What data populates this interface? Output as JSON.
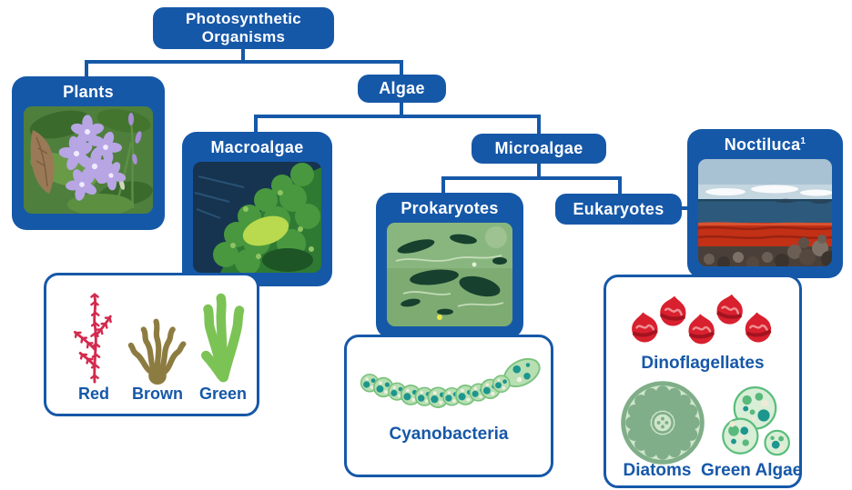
{
  "palette": {
    "primary_blue": "#1658a8",
    "label_blue": "#1658a8",
    "red_seaweed": "#d22a4e",
    "brown_seaweed": "#8d7c42",
    "green_seaweed": "#7cc355",
    "dinoflagellate_red": "#d8202e",
    "cell_teal": "#1d968e",
    "cell_pale_green": "#b7dfb2"
  },
  "diagram": {
    "root": {
      "line1": "Photosynthetic",
      "line2": "Organisms"
    },
    "nodes": {
      "plants": {
        "label": "Plants",
        "photo_alt": "purple phlox flowers among green leaves"
      },
      "algae": {
        "label": "Algae"
      },
      "macroalgae": {
        "label": "Macroalgae",
        "photo_alt": "green seaweed underwater"
      },
      "microalgae": {
        "label": "Microalgae"
      },
      "prokaryotes": {
        "label": "Prokaryotes",
        "photo_alt": "green algal bloom on water surface"
      },
      "eukaryotes": {
        "label": "Eukaryotes"
      },
      "noctiluca": {
        "label": "Noctiluca",
        "footnote_mark": "1",
        "photo_alt": "red Noctiluca bloom along rocky shore"
      }
    },
    "panels": {
      "macroalgae_types": {
        "labels": [
          "Red",
          "Brown",
          "Green"
        ]
      },
      "prokaryote_examples": {
        "labels": [
          "Cyanobacteria"
        ]
      },
      "eukaryote_examples": {
        "labels": [
          "Dinoflagellates",
          "Diatoms",
          "Green Algae"
        ]
      }
    }
  }
}
